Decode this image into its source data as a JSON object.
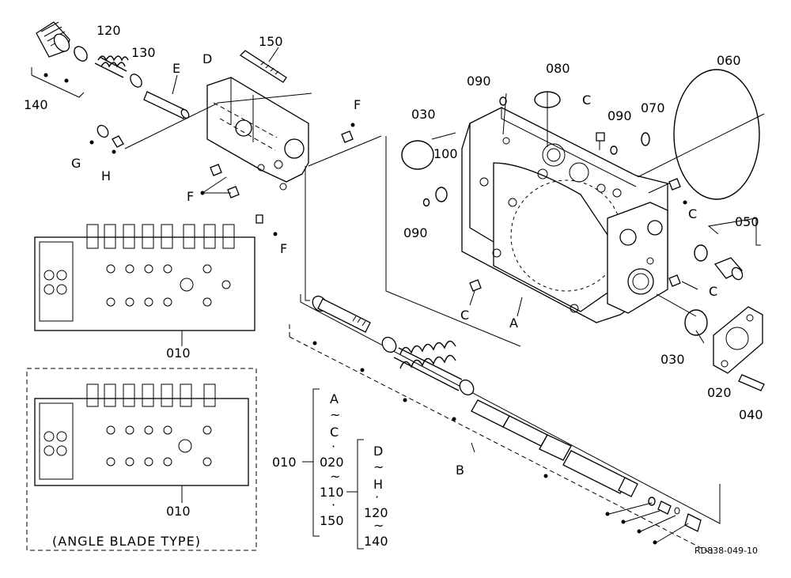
{
  "labels": {
    "p010_a": "010",
    "p010_b": "010",
    "p010_c": "010",
    "p020": "020",
    "p030_a": "030",
    "p030_b": "030",
    "p040": "040",
    "p050": "050",
    "p060": "060",
    "p070": "070",
    "p080": "080",
    "p090_a": "090",
    "p090_b": "090",
    "p090_c": "090",
    "p100": "100",
    "p120": "120",
    "p130": "130",
    "p140": "140",
    "p150": "150",
    "A_main": "A",
    "B": "B",
    "C_1": "C",
    "C_2": "C",
    "C_3": "C",
    "C_4": "C",
    "D": "D",
    "E": "E",
    "F_1": "F",
    "F_2": "F",
    "F_3": "F",
    "G": "G",
    "H": "H"
  },
  "caption": "(ANGLE BLADE TYPE)",
  "drawing_code": "RD838-049-10",
  "legend": {
    "group1": [
      "A",
      "~",
      "C",
      "·",
      "020",
      "~",
      "110",
      "·",
      "150"
    ],
    "group2": [
      "D",
      "~",
      "H",
      "·",
      "120",
      "~",
      "140"
    ]
  }
}
